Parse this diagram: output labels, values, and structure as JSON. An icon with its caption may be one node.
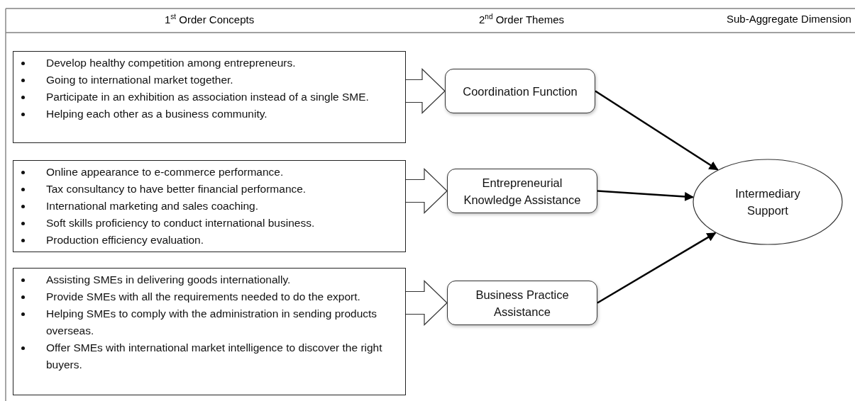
{
  "diagram": {
    "nodes": [
      {
        "text": [
          "Develop healthy competition among entrepreneurs.",
          "Going to international market together.",
          "Participate in an exhibition as association instead of a single SME.",
          "Helping each other as a business community."
        ]
      },
      {
        "text": [
          "Online appearance to e-commerce performance.",
          "Tax consultancy to have better financial performance.",
          "International marketing and sales coaching.",
          "Soft skills proficiency to conduct international business.",
          "Production efficiency evaluation."
        ]
      },
      {
        "text": [
          "Assisting SMEs in delivering goods internationally.",
          "Provide SMEs with all the requirements needed to do the export.",
          "Helping SMEs to comply with the administration in sending products overseas.",
          "Offer SMEs with international market intelligence to discover the right buyers."
        ]
      },
      {
        "text": [
          "Coordination Function"
        ]
      },
      {
        "text": [
          "Entrepreneurial Knowledge Assistance"
        ]
      },
      {
        "text": [
          "Business Practice Assistance"
        ]
      },
      {
        "text": [
          "Intermediary Support"
        ]
      }
    ],
    "edges": [
      {
        "from": 0,
        "to": 3,
        "arrow": "to",
        "style": "thick"
      },
      {
        "from": 1,
        "to": 4,
        "arrow": "to",
        "style": "thick"
      },
      {
        "from": 2,
        "to": 5,
        "arrow": "to",
        "style": "thick"
      },
      {
        "from": 3,
        "to": 6,
        "arrow": "to"
      },
      {
        "from": 4,
        "to": 6,
        "arrow": "to"
      },
      {
        "from": 5,
        "to": 6,
        "arrow": "to"
      }
    ],
    "labels": [
      "1$^{st}$ Order Concepts",
      "2$^{nd}$ Order Themes",
      "Sub-Aggregate Dimension"
    ]
  }
}
